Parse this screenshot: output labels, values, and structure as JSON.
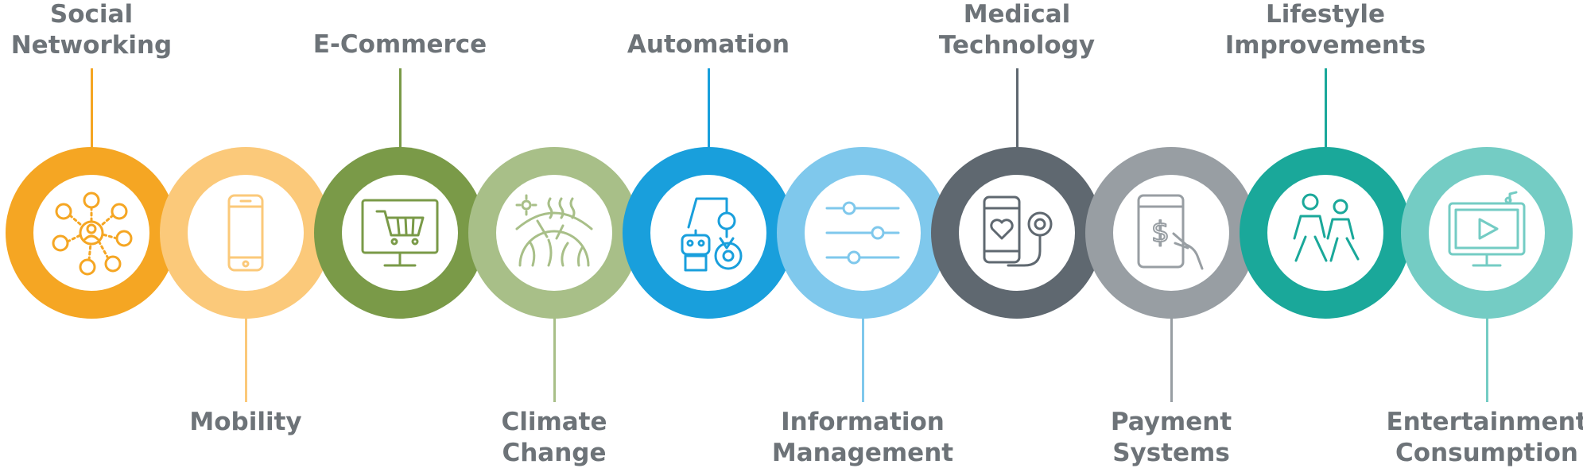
{
  "items": [
    {
      "lines": [
        "Social",
        "Networking"
      ],
      "position": "top",
      "color": "#f5a623",
      "icon": "social-network-icon"
    },
    {
      "lines": [
        "Mobility"
      ],
      "position": "bottom",
      "color": "#fbc97a",
      "icon": "smartphone-icon"
    },
    {
      "lines": [
        "E-Commerce"
      ],
      "position": "top",
      "color": "#7a9a48",
      "icon": "shopping-cart-monitor-icon"
    },
    {
      "lines": [
        "Climate",
        "Change"
      ],
      "position": "bottom",
      "color": "#a8bf88",
      "icon": "globe-heat-icon"
    },
    {
      "lines": [
        "Automation"
      ],
      "position": "top",
      "color": "#199fdc",
      "icon": "robot-arm-icon"
    },
    {
      "lines": [
        "Information",
        "Management"
      ],
      "position": "bottom",
      "color": "#7fc8ec",
      "icon": "sliders-icon"
    },
    {
      "lines": [
        "Medical",
        "Technology"
      ],
      "position": "top",
      "color": "#5f6870",
      "icon": "heart-phone-icon"
    },
    {
      "lines": [
        "Payment",
        "Systems"
      ],
      "position": "bottom",
      "color": "#989ea3",
      "icon": "mobile-payment-icon"
    },
    {
      "lines": [
        "Lifestyle",
        "Improvements"
      ],
      "position": "top",
      "color": "#1aa89a",
      "icon": "walking-people-icon"
    },
    {
      "lines": [
        "Entertainment",
        "Consumption"
      ],
      "position": "bottom",
      "color": "#74ccc4",
      "icon": "video-screen-icon"
    }
  ]
}
